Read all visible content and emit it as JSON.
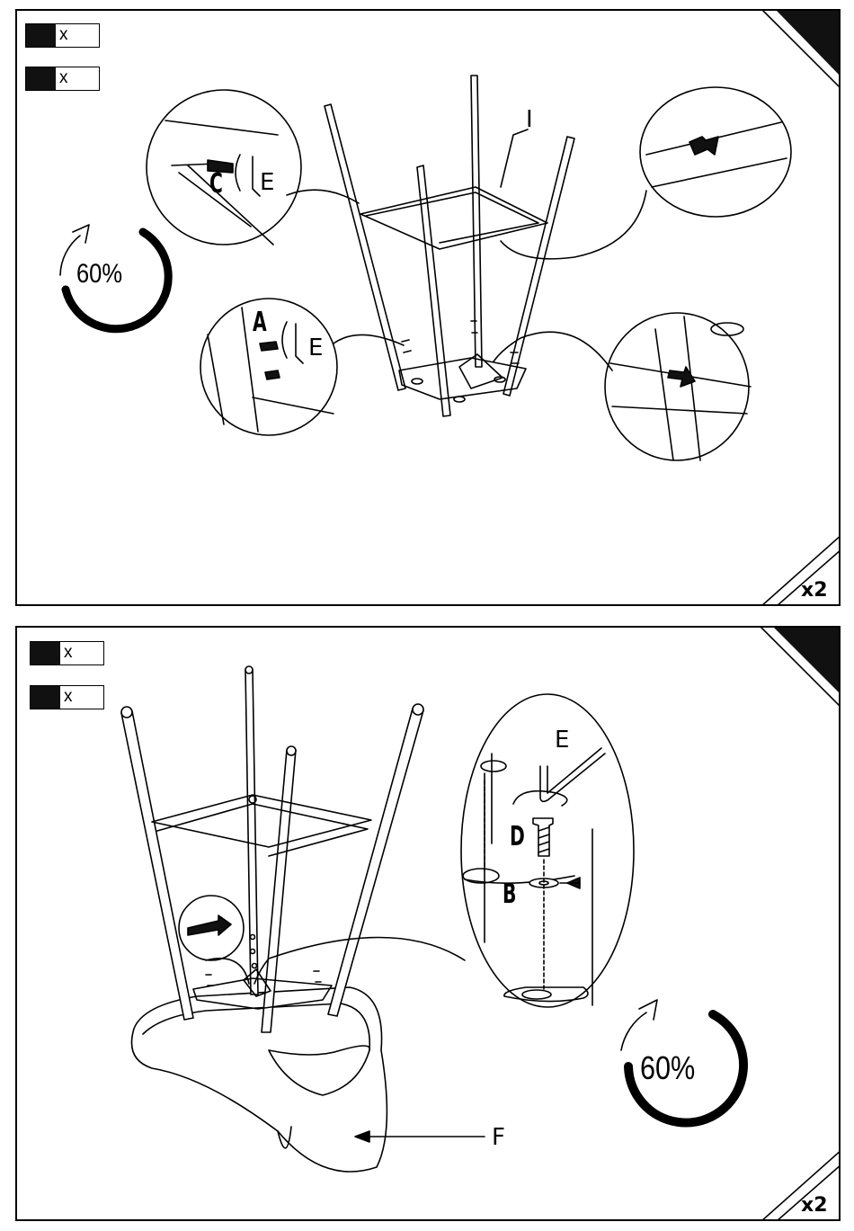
{
  "step1": {
    "multiplier": "x2",
    "badges": [
      "x",
      "x"
    ],
    "rotation_label": "60%",
    "labels": {
      "frame_part": "I",
      "screw": "C",
      "key_top": "E",
      "bolt": "A",
      "key_mid": "E"
    }
  },
  "step2": {
    "multiplier": "x2",
    "badges": [
      "x",
      "x"
    ],
    "rotation_label": "60%",
    "labels": {
      "key": "E",
      "screw": "D",
      "washer": "B",
      "seat": "F"
    }
  },
  "colors": {
    "ink": "#000000",
    "swatch": "#111111",
    "paper": "#ffffff"
  }
}
